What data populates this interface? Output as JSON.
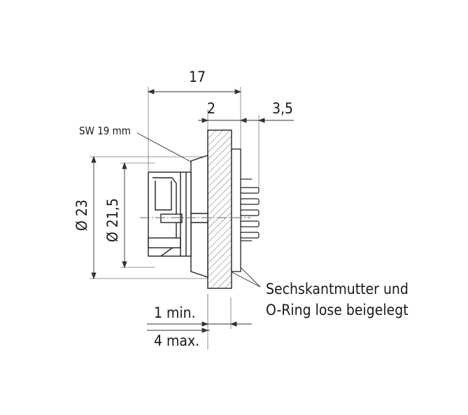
{
  "drawing": {
    "dims": {
      "overall_length": "17",
      "panel_thickness": "2",
      "rear_length": "3,5",
      "wrench_size": "SW 19 mm",
      "flange_diameter": "Ø 23",
      "thread_diameter": "Ø 21,5",
      "panel_min": "1 min.",
      "panel_max": "4 max."
    },
    "note": {
      "line1": "Sechskantmutter und",
      "line2": "O-Ring lose beigelegt"
    }
  }
}
